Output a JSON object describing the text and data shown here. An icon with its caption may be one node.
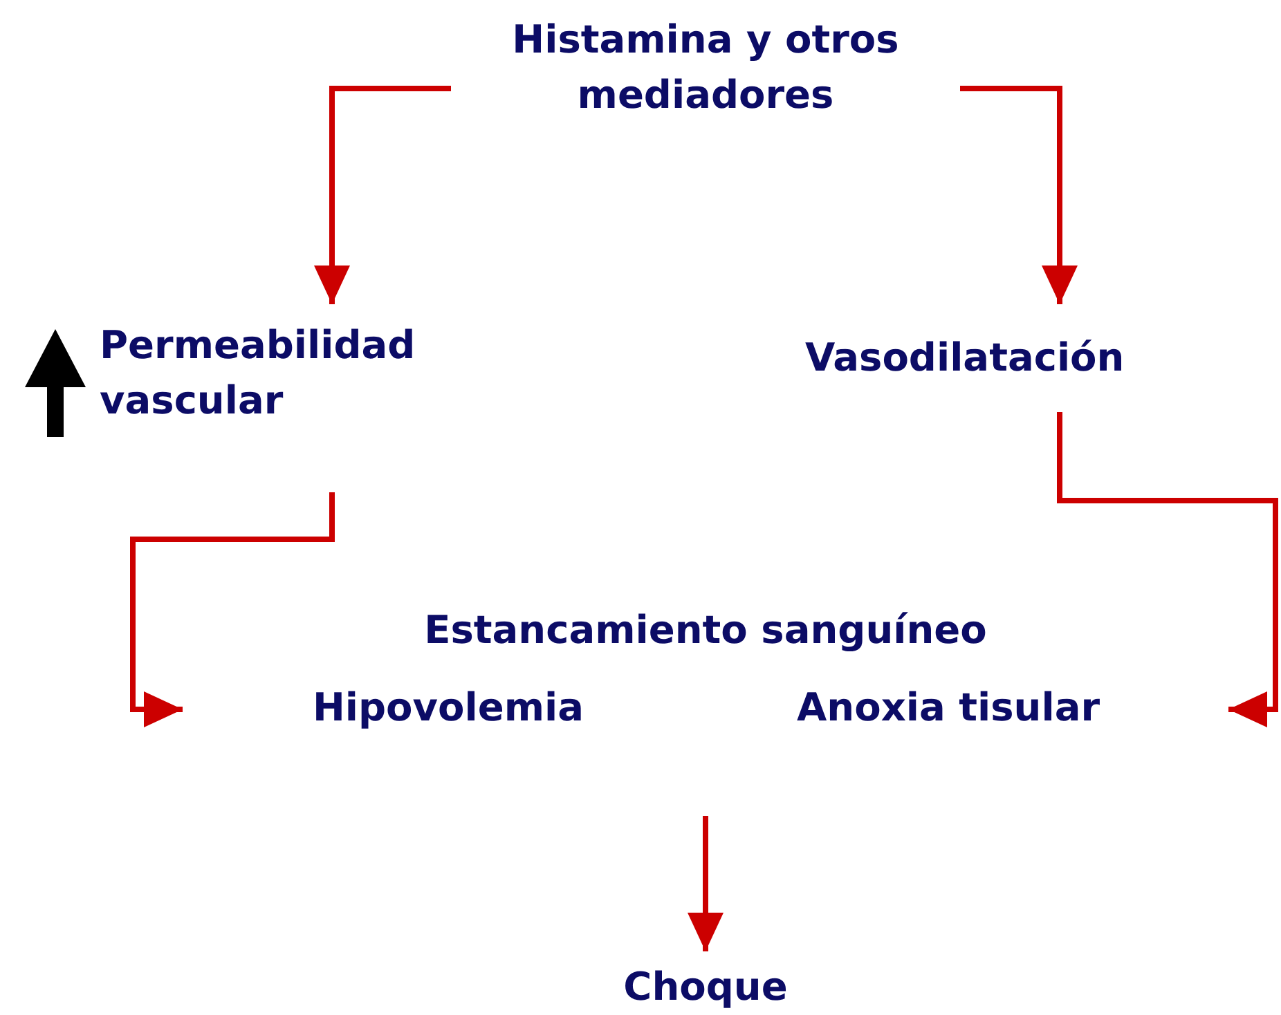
{
  "diagram": {
    "nodes": [
      {
        "text": [
          "Histamina y otros mediadores"
        ]
      },
      {
        "text": [
          "Permeabilidad vascular"
        ]
      },
      {
        "text": [
          "Vasodilatación"
        ]
      },
      {
        "text": [
          "Estancamiento sanguíneo"
        ]
      },
      {
        "text": [
          "Hipovolemia"
        ]
      },
      {
        "text": [
          "Anoxia tisular"
        ]
      },
      {
        "text": [
          "Choque"
        ]
      }
    ],
    "edges": [
      {
        "from": 0,
        "to": 1,
        "arrow": "to"
      },
      {
        "from": 0,
        "to": 2,
        "arrow": "to"
      },
      {
        "from": 1,
        "to": 4,
        "arrow": "to"
      },
      {
        "from": 2,
        "to": 5,
        "arrow": "to"
      },
      {
        "from": null,
        "to": 6,
        "arrow": "to"
      }
    ]
  }
}
